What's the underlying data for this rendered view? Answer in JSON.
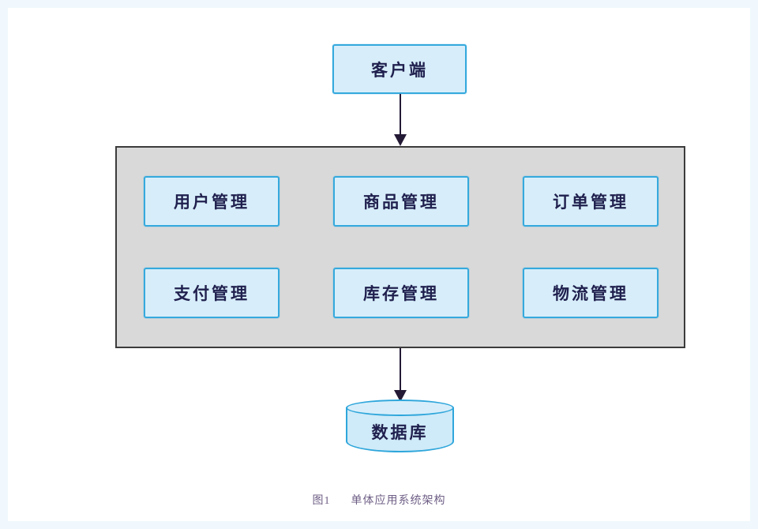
{
  "diagram": {
    "client": {
      "label": "客户端"
    },
    "system": {
      "modules": [
        {
          "label": "用户管理"
        },
        {
          "label": "商品管理"
        },
        {
          "label": "订单管理"
        },
        {
          "label": "支付管理"
        },
        {
          "label": "库存管理"
        },
        {
          "label": "物流管理"
        }
      ]
    },
    "database": {
      "label": "数据库"
    },
    "caption": {
      "fig_no": "图1",
      "title": "单体应用系统架构"
    },
    "colors": {
      "node_fill": "#d7eefa",
      "node_border": "#35a9dd",
      "node_text": "#20204e",
      "container_fill": "#d9d9d9",
      "container_border": "#3c3c3c",
      "arrow": "#241a35",
      "caption_text": "#6f5f86"
    }
  }
}
